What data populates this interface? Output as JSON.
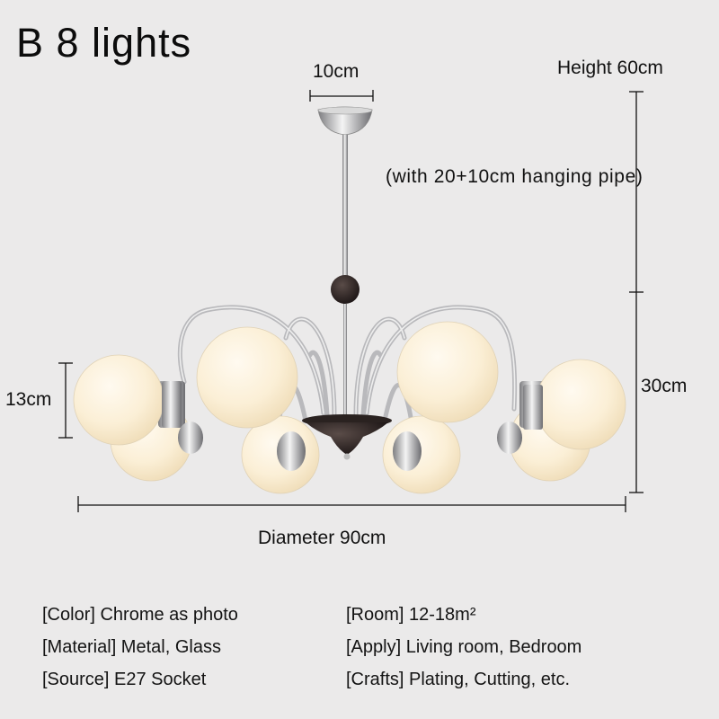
{
  "header": {
    "title": "B 8 lights"
  },
  "dimensions": {
    "canopy_width": "10cm",
    "total_height": "Height 60cm",
    "pipe_note": "(with 20+10cm hanging pipe)",
    "globe_diameter": "13cm",
    "body_height": "30cm",
    "diameter": "Diameter 90cm"
  },
  "product_image": {
    "subject": "chandelier",
    "light_count": 8,
    "finish_color": "#c8c8c8",
    "accent_color": "#2a2220",
    "globe_color": "#fbf1da"
  },
  "specs": [
    {
      "label": "[Color]",
      "value": "Chrome as photo"
    },
    {
      "label": "[Room]",
      "value": "12-18m²"
    },
    {
      "label": "[Material]",
      "value": "Metal, Glass"
    },
    {
      "label": "[Apply]",
      "value": "Living room, Bedroom"
    },
    {
      "label": "[Source]",
      "value": "E27 Socket"
    },
    {
      "label": "[Crafts]",
      "value": "Plating, Cutting, etc."
    }
  ],
  "specs_text": [
    "[Color] Chrome as photo",
    "[Room] 12-18m²",
    "[Material] Metal, Glass",
    "[Apply] Living room, Bedroom",
    "[Source] E27 Socket",
    "[Crafts] Plating, Cutting, etc."
  ]
}
